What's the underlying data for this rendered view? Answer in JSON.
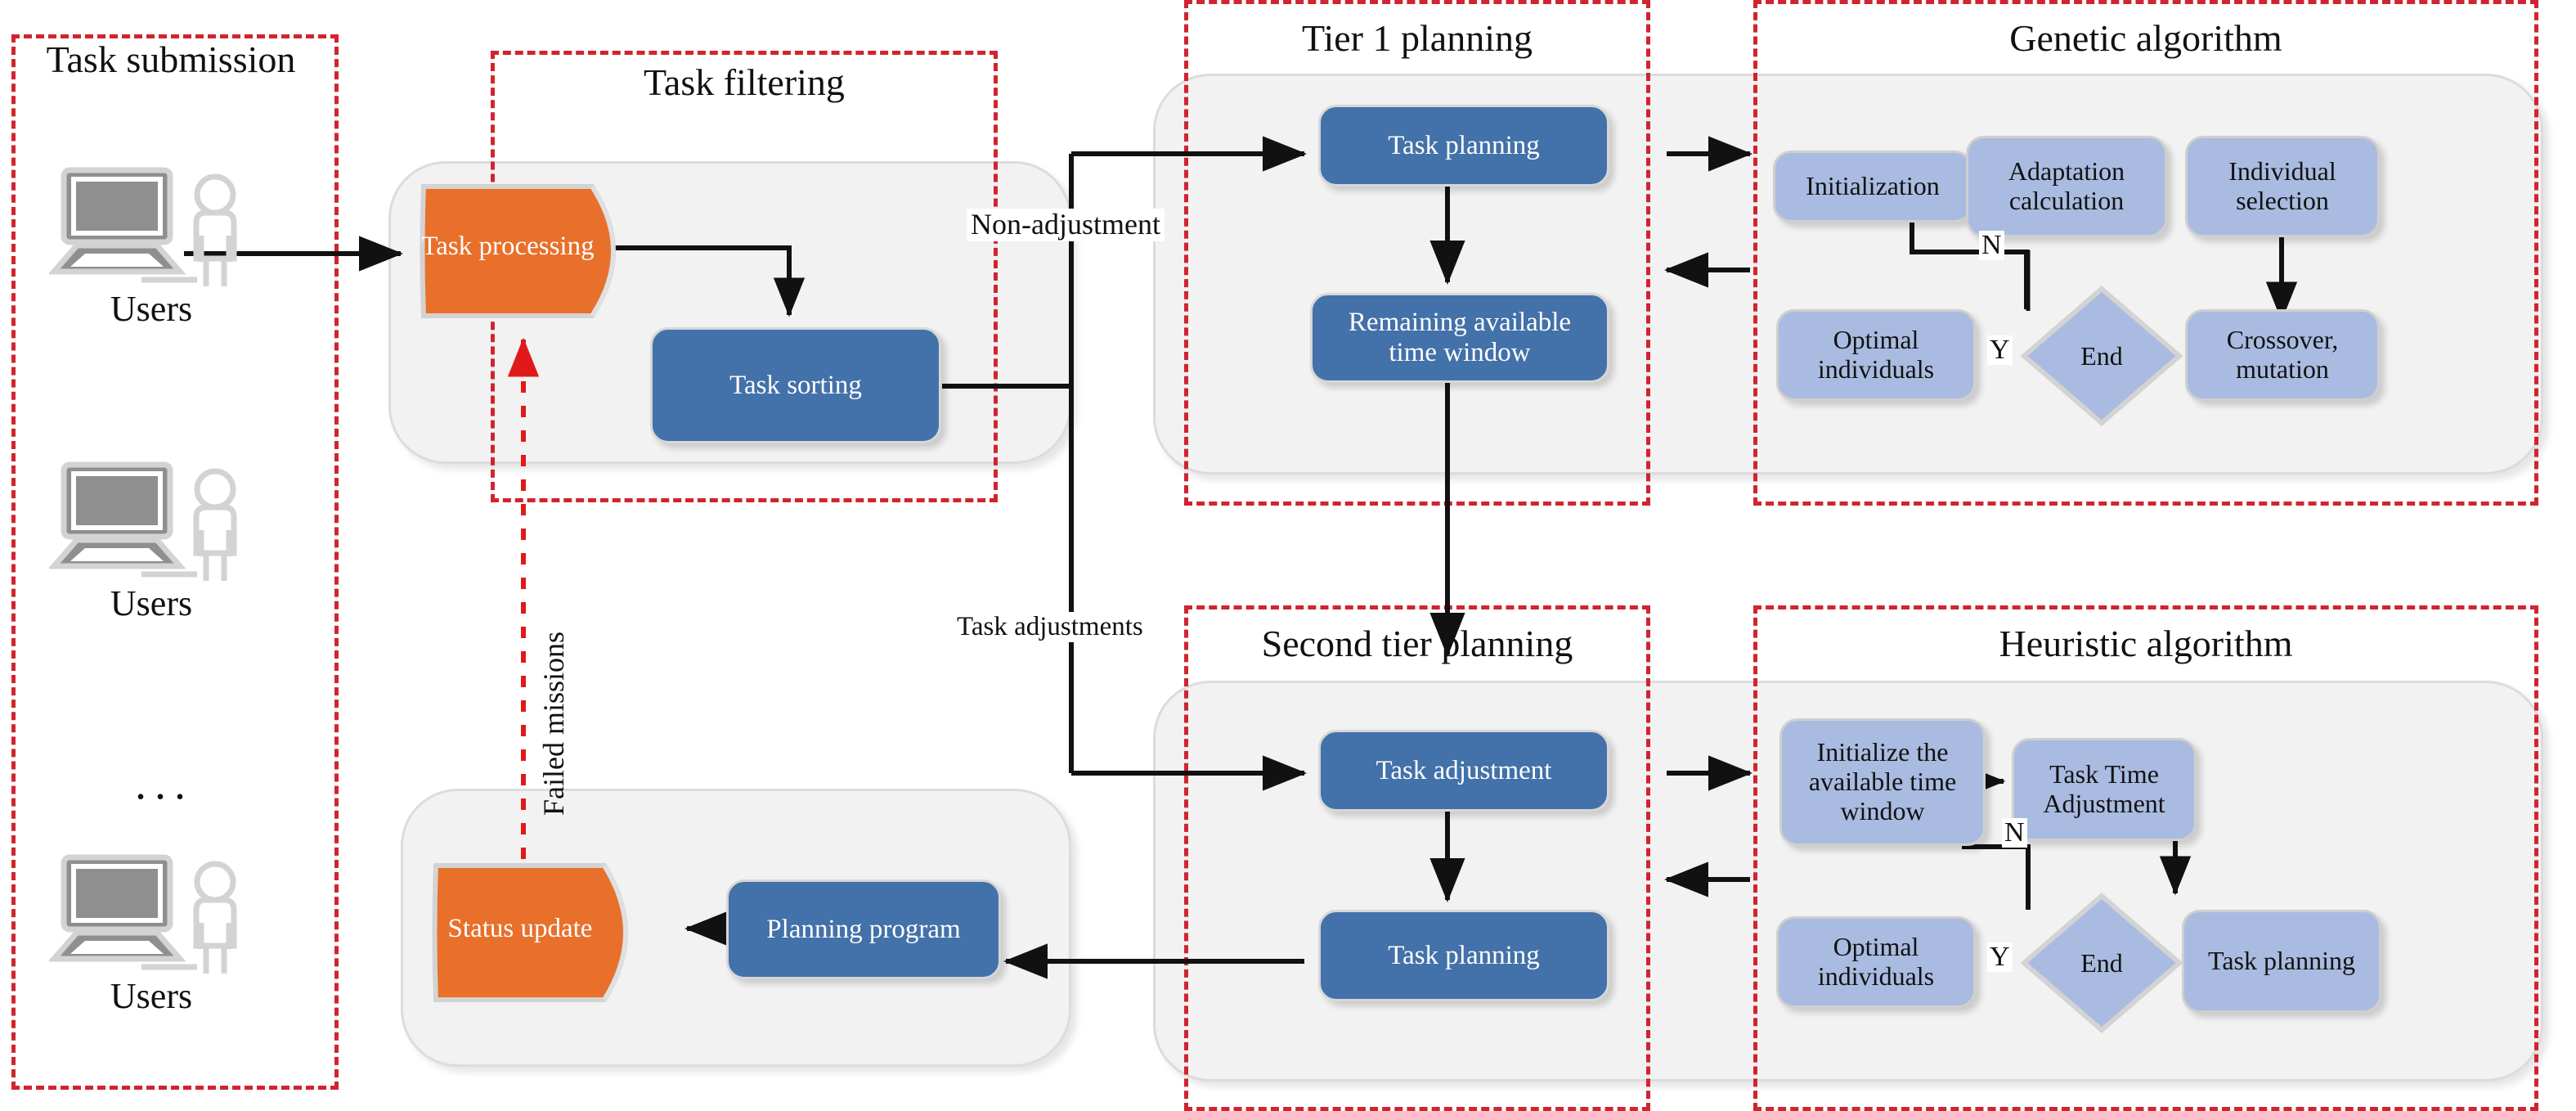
{
  "diagram": {
    "title": "Two-tier satellite task planning architecture flowchart",
    "colors": {
      "section_border": "#d1242e",
      "panel_fill": "#f2f2f2",
      "node_blue": "#4371a9",
      "node_light_blue": "#a9bbe0",
      "node_orange": "#e8702a",
      "arrow": "#111111",
      "feedback_arrow": "#e01a1a"
    }
  },
  "sections": [
    {
      "id": "task-submission",
      "label": "Task submission"
    },
    {
      "id": "task-filtering",
      "label": "Task filtering"
    },
    {
      "id": "tier-1-planning",
      "label": "Tier 1 planning"
    },
    {
      "id": "genetic-algorithm",
      "label": "Genetic algorithm"
    },
    {
      "id": "second-tier-planning",
      "label": "Second tier planning"
    },
    {
      "id": "heuristic-algorithm",
      "label": "Heuristic algorithm"
    }
  ],
  "users": [
    {
      "label": "Users"
    },
    {
      "label": "Users"
    },
    {
      "label": "Users"
    }
  ],
  "ellipsis": "...",
  "nodes": {
    "task_processing": "Task processing",
    "task_sorting": "Task sorting",
    "status_update": "Status update",
    "planning_program": "Planning program",
    "t1_task_planning": "Task planning",
    "t1_remaining": "Remaining available time window",
    "t2_task_adjustment": "Task adjustment",
    "t2_task_planning": "Task planning",
    "ga_initialization": "Initialization",
    "ga_adaptation": "Adaptation calculation",
    "ga_individual": "Individual selection",
    "ga_crossover": "Crossover, mutation",
    "ga_end": "End",
    "ga_optimal": "Optimal individuals",
    "he_initialize": "Initialize the available time window",
    "he_task_time_adj": "Task Time Adjustment",
    "he_task_planning": "Task planning",
    "he_end": "End",
    "he_optimal": "Optimal individuals"
  },
  "edge_labels": {
    "non_adjustment": "Non-adjustment",
    "task_adjustments": "Task adjustments",
    "failed_missions": "Failed missions",
    "ga_n": "N",
    "ga_y": "Y",
    "he_n": "N",
    "he_y": "Y"
  }
}
